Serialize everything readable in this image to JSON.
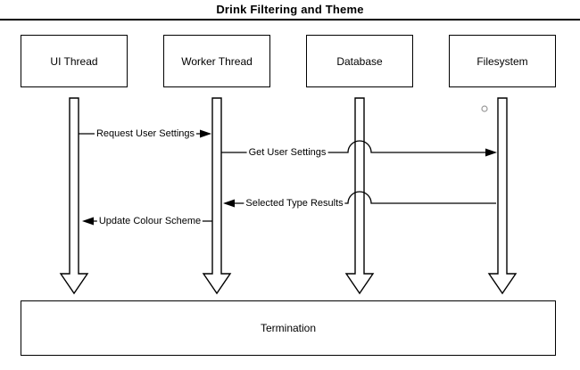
{
  "title": "Drink Filtering and Theme",
  "lifelines": [
    {
      "label": "UI Thread"
    },
    {
      "label": "Worker Thread"
    },
    {
      "label": "Database"
    },
    {
      "label": "Filesystem"
    }
  ],
  "messages": [
    {
      "label": "Request User Settings",
      "from": "UI Thread",
      "to": "Worker Thread",
      "direction": "right"
    },
    {
      "label": "Get User Settings",
      "from": "Worker Thread",
      "to": "Filesystem",
      "direction": "right"
    },
    {
      "label": "Selected Type Results",
      "from": "Filesystem",
      "to": "Worker Thread",
      "direction": "left"
    },
    {
      "label": "Update Colour Scheme",
      "from": "Worker Thread",
      "to": "UI Thread",
      "direction": "left"
    }
  ],
  "termination": {
    "label": "Termination"
  },
  "colors": {
    "line": "#000000",
    "background": "#ffffff",
    "circle_marker": "#999999"
  }
}
